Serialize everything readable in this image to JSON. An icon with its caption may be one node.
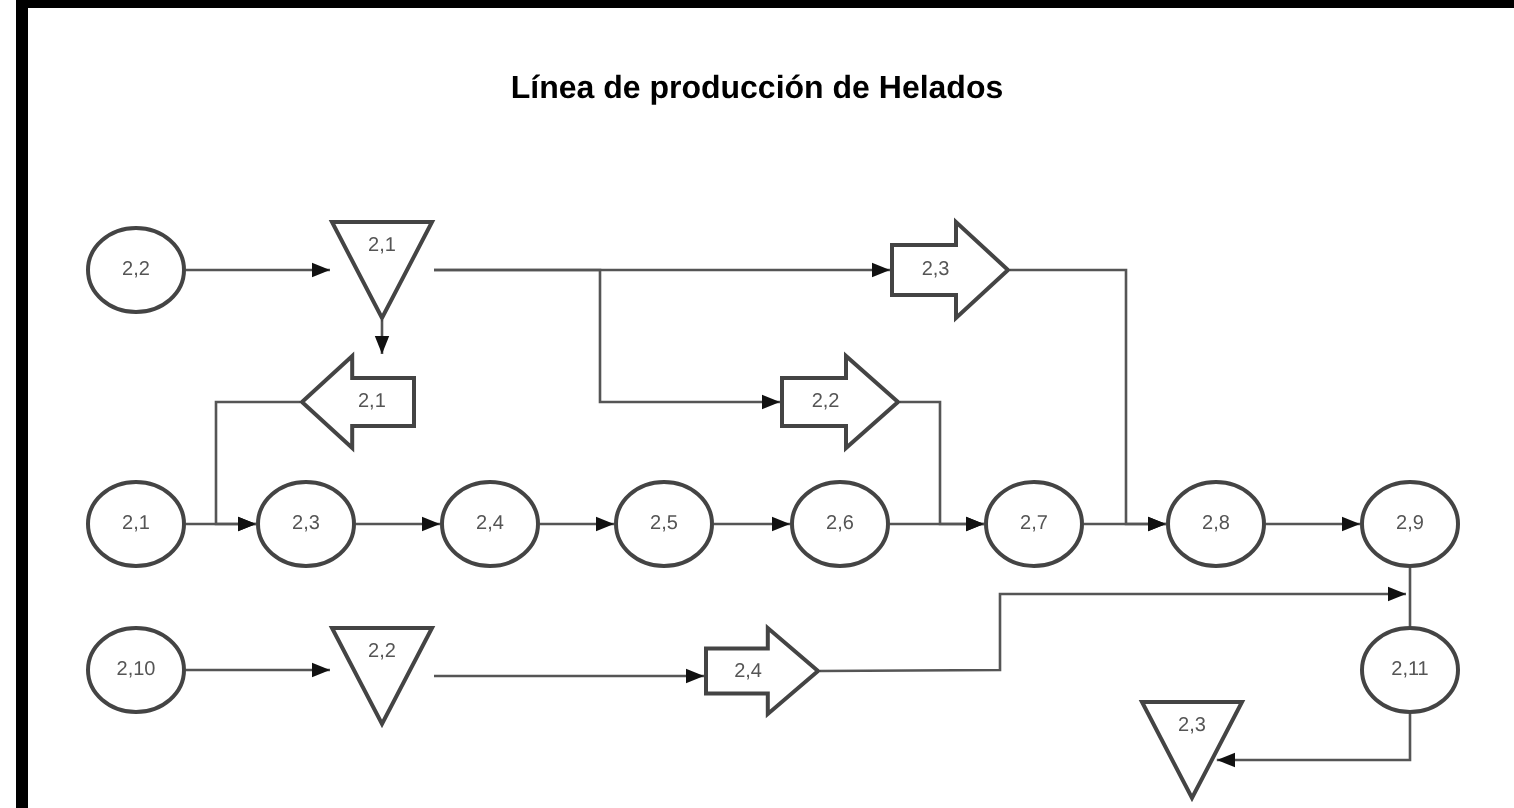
{
  "diagram": {
    "title": "Línea de producción de Helados",
    "nodes": [
      {
        "text": [
          "2,2"
        ]
      },
      {
        "text": [
          "2,1"
        ]
      },
      {
        "text": [
          "2,3"
        ]
      },
      {
        "text": [
          "2,1"
        ]
      },
      {
        "text": [
          "2,2"
        ]
      },
      {
        "text": [
          "2,1"
        ]
      },
      {
        "text": [
          "2,3"
        ]
      },
      {
        "text": [
          "2,4"
        ]
      },
      {
        "text": [
          "2,5"
        ]
      },
      {
        "text": [
          "2,6"
        ]
      },
      {
        "text": [
          "2,7"
        ]
      },
      {
        "text": [
          "2,8"
        ]
      },
      {
        "text": [
          "2,9"
        ]
      },
      {
        "text": [
          "2,10"
        ]
      },
      {
        "text": [
          "2,2"
        ]
      },
      {
        "text": [
          "2,4"
        ]
      },
      {
        "text": [
          "2,11"
        ]
      },
      {
        "text": [
          "2,3"
        ]
      }
    ],
    "edges": [
      {
        "from": 0,
        "to": 1,
        "arrow": "to"
      },
      {
        "from": 1,
        "to": 3,
        "arrow": "to"
      },
      {
        "from": 3,
        "to": 6,
        "arrow": "to"
      },
      {
        "from": 5,
        "to": 6,
        "arrow": "to"
      },
      {
        "from": 1,
        "to": 2,
        "arrow": "to"
      },
      {
        "from": 1,
        "to": 4,
        "arrow": "to"
      },
      {
        "from": 2,
        "to": 11,
        "arrow": "to"
      },
      {
        "from": 4,
        "to": 10,
        "arrow": "to"
      },
      {
        "from": 6,
        "to": 7,
        "arrow": "to"
      },
      {
        "from": 7,
        "to": 8,
        "arrow": "to"
      },
      {
        "from": 8,
        "to": 9,
        "arrow": "to"
      },
      {
        "from": 9,
        "to": 10,
        "arrow": "to"
      },
      {
        "from": 10,
        "to": 11,
        "arrow": "to"
      },
      {
        "from": 11,
        "to": 12,
        "arrow": "to"
      },
      {
        "from": 12,
        "to": 16,
        "arrow": "none"
      },
      {
        "from": 13,
        "to": 14,
        "arrow": "to"
      },
      {
        "from": 14,
        "to": 15,
        "arrow": "to"
      },
      {
        "from": 15,
        "to": 16,
        "arrow": "to"
      },
      {
        "from": 16,
        "to": 17,
        "arrow": "to"
      }
    ]
  }
}
